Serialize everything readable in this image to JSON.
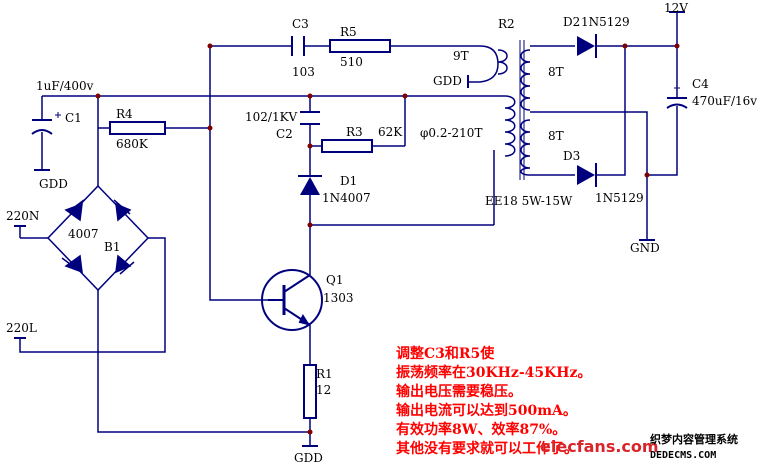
{
  "colors": {
    "wire": "#00007f",
    "component": "#00007f",
    "junction": "#7f0000",
    "label": "#000000",
    "note": "#ff0000",
    "watermark_red": "#d9252a"
  },
  "labels": {
    "c3": "C3",
    "c3_val": "103",
    "r5": "R5",
    "r5_val": "510",
    "r2": "R2",
    "t9": "9T",
    "gdd_top": "GDD",
    "d2": "D2",
    "d2_val": "1N5129",
    "v12": "12V",
    "c4": "C4",
    "c4_val": "470uF/16v",
    "c1_rating": "1uF/400v",
    "c1": "C1",
    "r4": "R4",
    "r4_val": "680K",
    "c2_rating": "102/1KV",
    "c2": "C2",
    "r3": "R3",
    "r3_val": "62K",
    "winding_spec": "φ0.2-210T",
    "t8a": "8T",
    "t8b": "8T",
    "d3": "D3",
    "d3_val": "1N5129",
    "gdd_left": "GDD",
    "d1": "D1",
    "d1_val": "1N4007",
    "core": "EE18 5W-15W",
    "gnd": "GND",
    "ac_n": "220N",
    "bridge_diode": "4007",
    "b1": "B1",
    "q1": "Q1",
    "q1_val": "1303",
    "ac_l": "220L",
    "r1": "R1",
    "r1_val": "12",
    "gdd_bottom": "GDD"
  },
  "notes": [
    "调整C3和R5使",
    "振荡频率在30KHz-45KHz。",
    "输出电压需要稳压。",
    "输出电流可以达到500mA。",
    "有效功率8W、效率87%。",
    "其他没有要求就可以工作了。"
  ],
  "watermark": {
    "logo": "elecfans.com",
    "brand": "织梦内容管理系统",
    "domain": "DEDECMS.COM"
  }
}
